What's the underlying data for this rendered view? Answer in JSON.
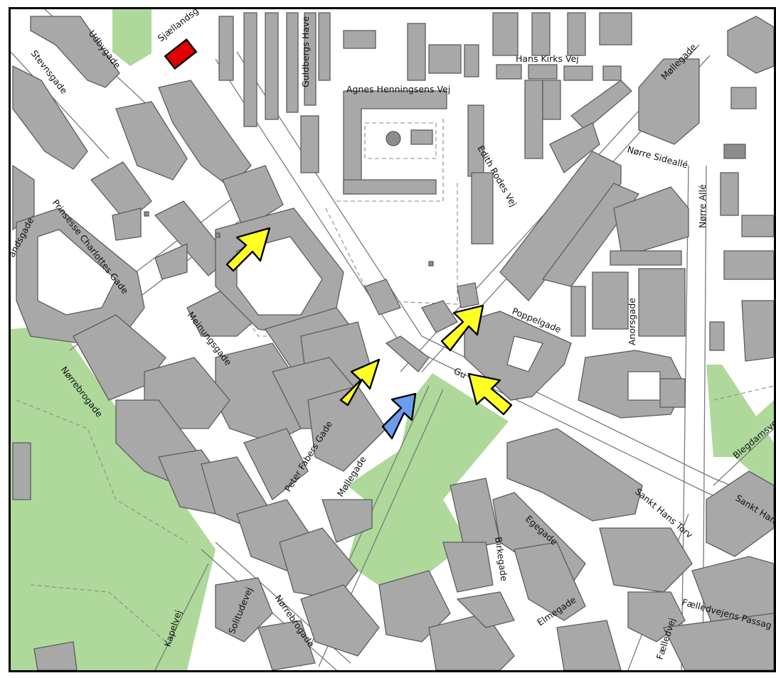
{
  "map": {
    "street_labels": {
      "sjaellandsgade": "Sjællandsg",
      "udbygade": "Udbygade",
      "stevnsgade": "Stevnsgade",
      "guldbergs_have": "Guldbergs Have",
      "hans_kirks_vej": "Hans Kirks Vej",
      "agnes_henningsens_vej": "Agnes Henningsens Vej",
      "mollegade_ne": "Møllegade",
      "norre_sidealle": "Nørre Sideallé",
      "norre_alle": "Nørre Allé",
      "edith_rodes_vej": "Edith Rodes Vej",
      "landsgade": "andsgade",
      "prinsesse_charlottes_gade": "Prinsesse Charlottes Gade",
      "meinungsgade": "Meinungsgade",
      "norrebrogade_w": "Nørrebrogade",
      "peter_fabers_gade": "Peter Fabers Gade",
      "mollegade_s": "Møllegade",
      "poppelgade": "Poppelgade",
      "anorsgade": "Anorsgade",
      "gu": "Gu",
      "blegdamsvej": "Blegdamsvej",
      "sankt_hans_torv": "Sankt Hans Torv",
      "sankt_hans": "Sankt Hans",
      "egegade": "Egegade",
      "birkegade": "Birkegade",
      "elmegade": "Elmegade",
      "faelledvejens_passage": "Fælledvejens Passag",
      "faelledvej": "Fælledvej",
      "kapelvej": "Kapelvej",
      "solitudevej": "Solitudevej",
      "norrebrogade_s": "Nørrebrogade"
    },
    "markers": {
      "red_marker": "red-rectangle",
      "yellow_arrows": 4,
      "blue_arrows": 1
    },
    "colors": {
      "park": "#aed99a",
      "building": "#a8a8a8",
      "yellow_arrow": "#ffff26",
      "blue_arrow": "#6a9cf0",
      "red_marker": "#e00000"
    }
  }
}
